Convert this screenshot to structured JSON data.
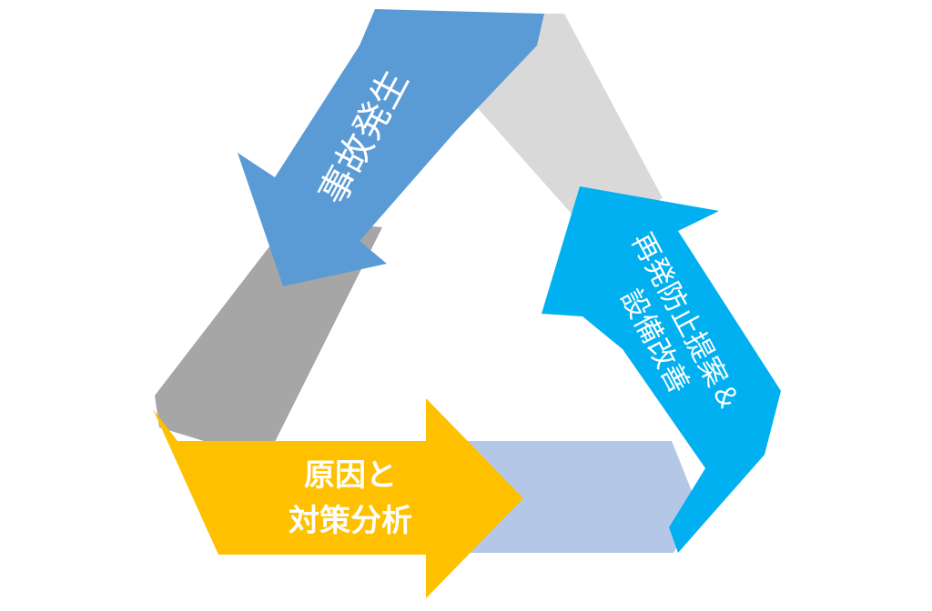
{
  "diagram": {
    "steps": [
      {
        "label": "事故発生",
        "color": "#5b9bd5"
      },
      {
        "label_lines": [
          "原因と",
          "対策分析"
        ],
        "color": "#ffc000"
      },
      {
        "label_lines": [
          "再発防止提案＆",
          "設備改善"
        ],
        "color": "#00b0f0"
      }
    ],
    "band_colors": {
      "right_band": "#d9d9d9",
      "left_band": "#a6a6a6",
      "bottom_band": "#b4c7e7"
    }
  }
}
